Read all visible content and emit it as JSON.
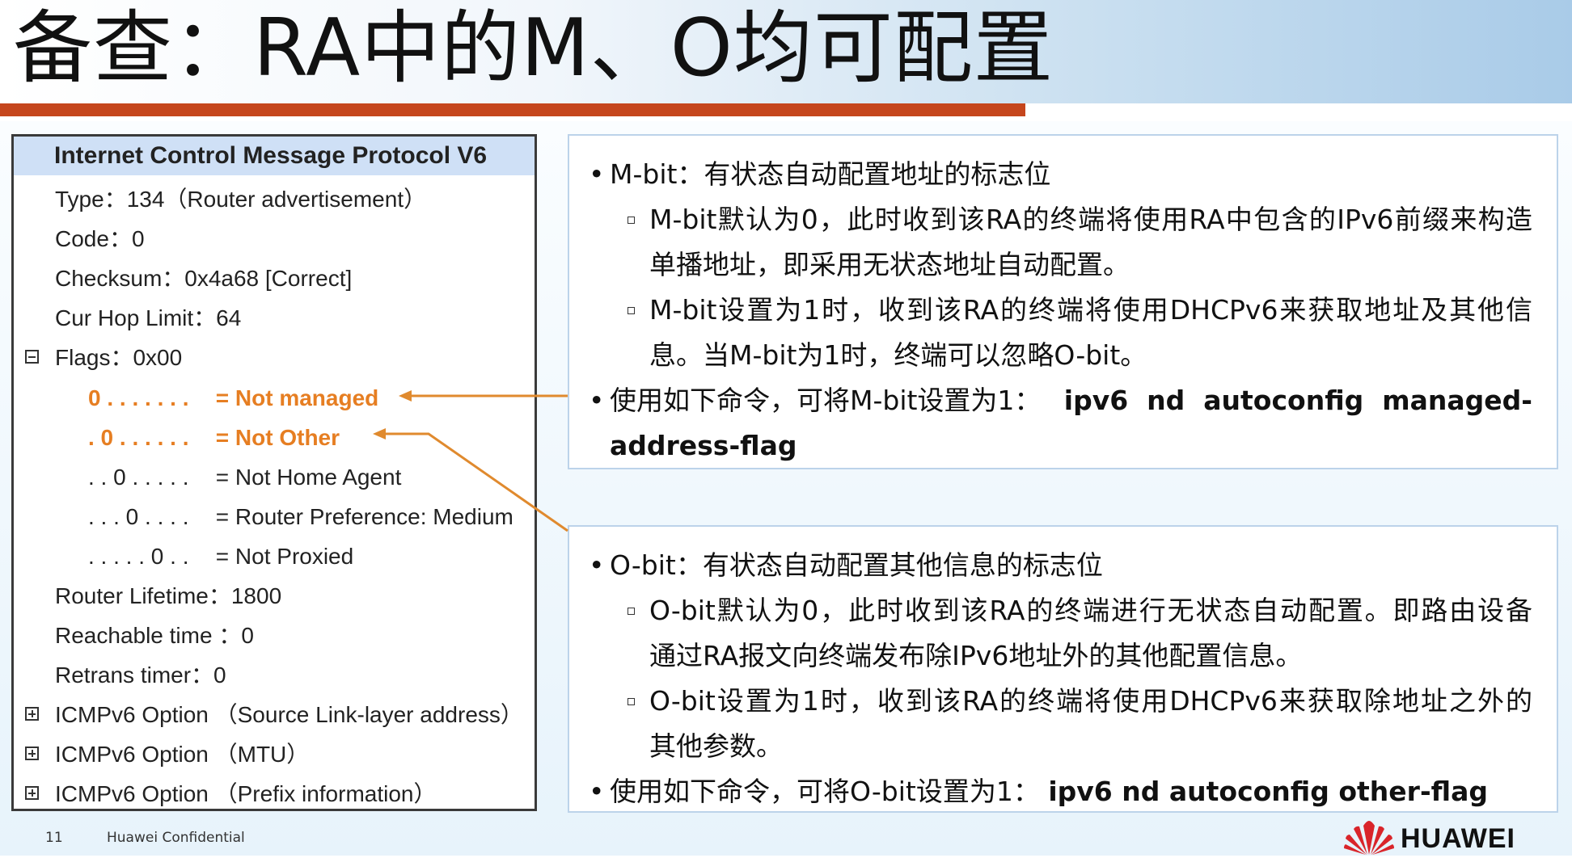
{
  "header": {
    "title": "备查：RA中的M、O均可配置"
  },
  "packet": {
    "heading": "Internet Control Message Protocol V6",
    "type": "Type：134（Router advertisement）",
    "code": "Code：0",
    "checksum": "Checksum：0x4a68 [Correct]",
    "hop_limit": "Cur Hop Limit：64",
    "flags": "Flags：0x00",
    "flag_bits": [
      {
        "bits": "0 . . .  . . . .",
        "label": "= Not managed",
        "highlight": true
      },
      {
        "bits": ". 0 . .  . . . .",
        "label": "= Not Other",
        "highlight": true
      },
      {
        "bits": ". . 0 .  . . . .",
        "label": "= Not Home Agent",
        "highlight": false
      },
      {
        "bits": ". . . 0  . . . .",
        "label": "= Router Preference: Medium",
        "highlight": false
      },
      {
        "bits": ". . . .  . 0 . .",
        "label": "= Not Proxied",
        "highlight": false
      }
    ],
    "router_lifetime": "Router Lifetime：1800",
    "reachable_time": "Reachable time ：0",
    "retrans_timer": "Retrans timer：0",
    "options": [
      "ICMPv6 Option （Source Link-layer address）",
      "ICMPv6 Option （MTU）",
      "ICMPv6 Option （Prefix information）"
    ]
  },
  "m_box": {
    "title": "M-bit：有状态自动配置地址的标志位",
    "sub1_line1": "M-bit默认为0，此时收到该RA的终端将使用RA中包含的IPv6前缀来构造",
    "sub1_line2": "单播地址，即采用无状态地址自动配置。",
    "sub2_line1": "M-bit设置为1时，收到该RA的终端将使用DHCPv6来获取地址及其他信",
    "sub2_line2": "息。当M-bit为1时，终端可以忽略O-bit。",
    "cmd_prefix": "使用如下命令，可将M-bit设置为1：",
    "cmd_line1": "ipv6  nd  autoconfig  managed-",
    "cmd_line2": "address-flag"
  },
  "o_box": {
    "title": "O-bit：有状态自动配置其他信息的标志位",
    "sub1_line1": "O-bit默认为0，此时收到该RA的终端进行无状态自动配置。即路由设备",
    "sub1_line2": "通过RA报文向终端发布除IPv6地址外的其他配置信息。",
    "sub2_line1": "O-bit设置为1时，收到该RA的终端将使用DHCPv6来获取除地址之外的",
    "sub2_line2": "其他参数。",
    "cmd_prefix": "使用如下命令，可将O-bit设置为1：",
    "cmd": "ipv6 nd autoconfig other-flag"
  },
  "footer": {
    "page": "11",
    "confidential": "Huawei Confidential",
    "brand": "HUAWEI"
  },
  "colors": {
    "accent_bar": "#c5461d",
    "highlight": "#e67e22",
    "arrow": "#e08a2e",
    "logo_red": "#d9242a"
  }
}
